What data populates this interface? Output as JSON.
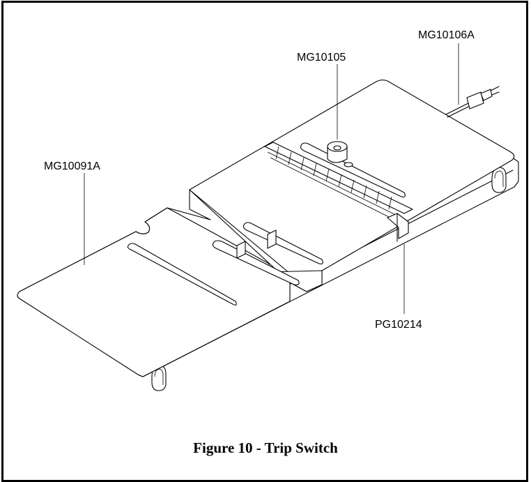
{
  "figure": {
    "caption": "Figure 10 - Trip Switch",
    "labels": {
      "cable": "MG10106A",
      "knob": "MG10105",
      "plate": "MG10091A",
      "clip": "PG10214"
    }
  }
}
